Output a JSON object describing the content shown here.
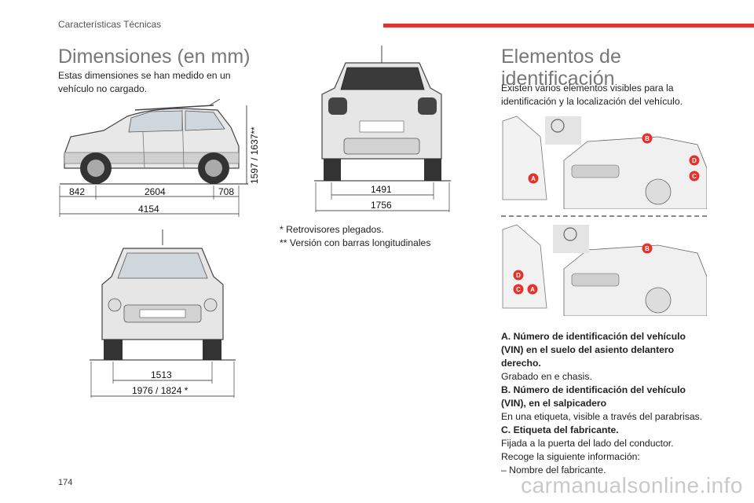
{
  "header": {
    "section": "Características Técnicas",
    "accent_color": "#e5322d"
  },
  "left": {
    "title": "Dimensiones (en mm)",
    "intro": "Estas dimensiones se han medido en un vehículo no cargado.",
    "side_view": {
      "front_overhang": "842",
      "wheelbase": "2604",
      "rear_overhang": "708",
      "length": "4154",
      "height": "1597 / 1637**"
    },
    "front_view": {
      "track": "1513",
      "width": "1976 / 1824 *"
    }
  },
  "middle": {
    "rear_view": {
      "track": "1491",
      "width": "1756"
    },
    "footnote_1": "* Retrovisores plegados.",
    "footnote_2": "** Versión con barras longitudinales"
  },
  "right": {
    "title_line1": "Elementos de",
    "title_line2": "identificación",
    "intro": "Existen varios elementos visibles para la identificación y la localización del vehículo.",
    "marker_color": "#e5322d",
    "fig1_markers": [
      "A",
      "B",
      "C",
      "D"
    ],
    "fig2_markers": [
      "A",
      "B",
      "C",
      "D"
    ],
    "items": [
      {
        "title": "A. Número de identificación del vehículo (VIN) en el suelo del asiento delantero derecho.",
        "text": "Grabado en e chasis."
      },
      {
        "title": "B. Número de identificación del vehículo (VIN), en el salpicadero",
        "text": "En una etiqueta, visible a través del parabrisas."
      },
      {
        "title": "C. Etiqueta del fabricante.",
        "text": "Fijada a la puerta del lado del conductor."
      }
    ],
    "extra_line": "Recoge la siguiente información:",
    "bullet": "–  Nombre del fabricante."
  },
  "footer": {
    "page_number": "174",
    "watermark": "carmanualsonline.info"
  }
}
